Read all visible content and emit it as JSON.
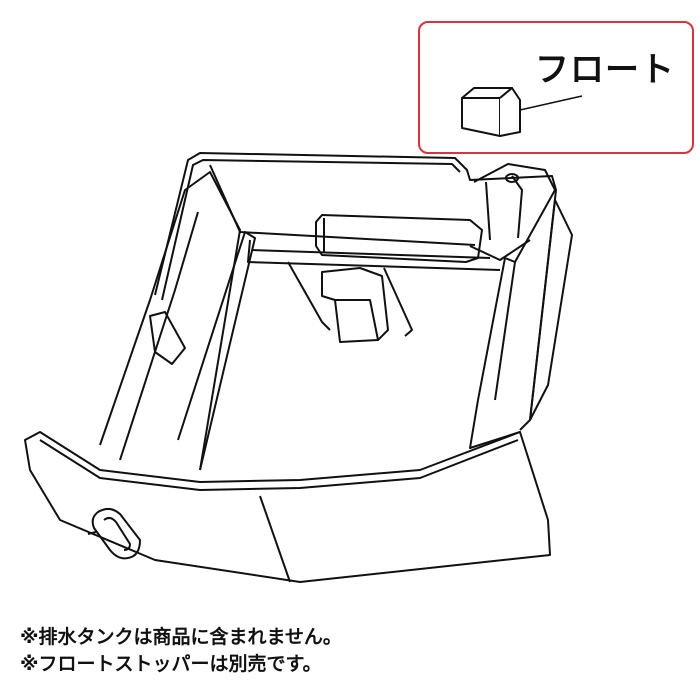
{
  "callout": {
    "label": "フロート",
    "border_color": "#d9343a"
  },
  "notes": [
    "※排水タンクは商品に含まれません。",
    "※フロートストッパーは別売です。"
  ]
}
